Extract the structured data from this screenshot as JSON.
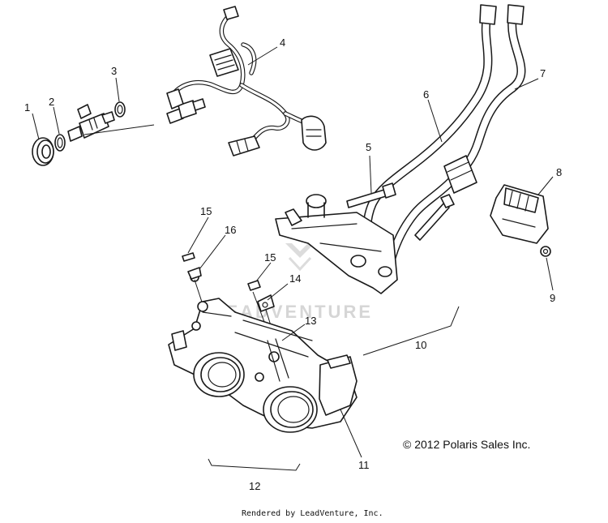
{
  "callouts": [
    {
      "id": "1",
      "text": "1"
    },
    {
      "id": "2",
      "text": "2"
    },
    {
      "id": "3",
      "text": "3"
    },
    {
      "id": "4",
      "text": "4"
    },
    {
      "id": "5",
      "text": "5"
    },
    {
      "id": "6",
      "text": "6"
    },
    {
      "id": "7",
      "text": "7"
    },
    {
      "id": "8",
      "text": "8"
    },
    {
      "id": "9",
      "text": "9"
    },
    {
      "id": "10",
      "text": "10"
    },
    {
      "id": "11",
      "text": "11"
    },
    {
      "id": "12",
      "text": "12"
    },
    {
      "id": "13",
      "text": "13"
    },
    {
      "id": "14",
      "text": "14"
    },
    {
      "id": "15a",
      "text": "15"
    },
    {
      "id": "15b",
      "text": "15"
    },
    {
      "id": "16",
      "text": "16"
    }
  ],
  "watermark": "LEADVENTURE",
  "copyright": "© 2012 Polaris Sales Inc.",
  "rendered_by": "Rendered by LeadVenture, Inc.",
  "colors": {
    "line": "#1a1a1a",
    "watermark": "#d6d6d6",
    "background": "#ffffff"
  }
}
